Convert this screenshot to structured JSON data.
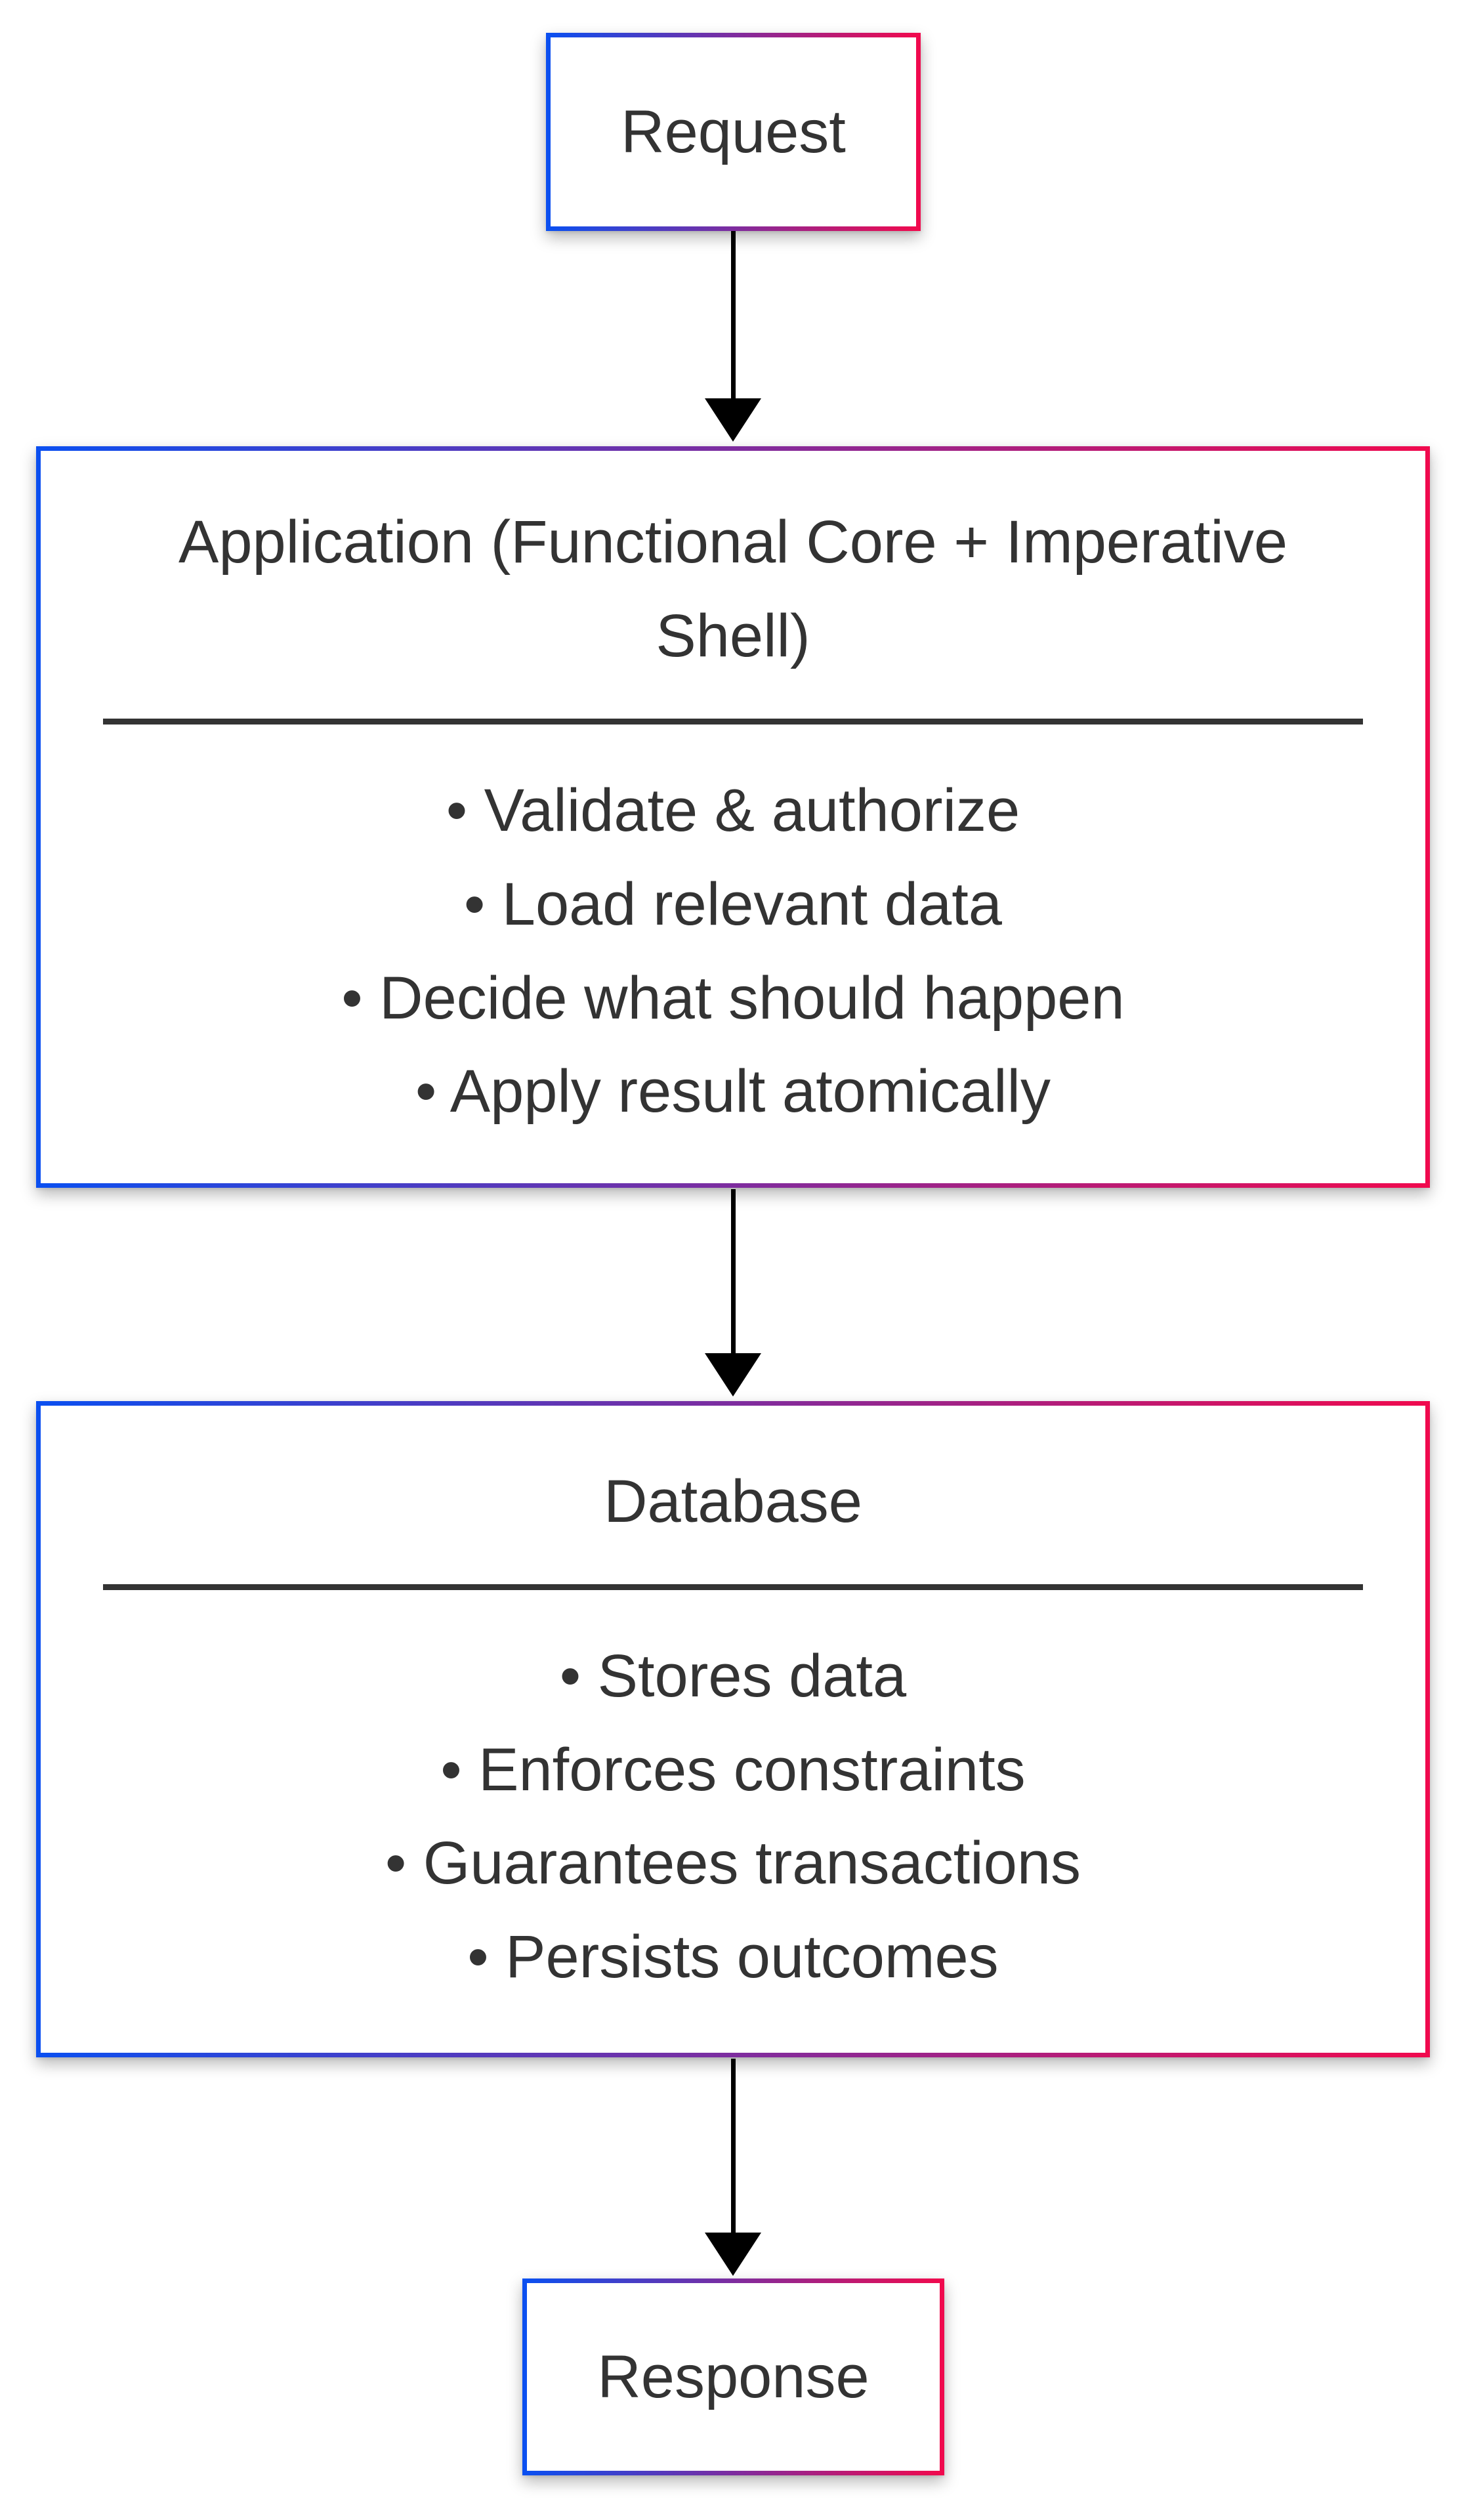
{
  "palette": {
    "background": "#ffffff",
    "gradient_start": "#0b4ff0",
    "gradient_end": "#f00a4e",
    "text": "#333333",
    "divider": "#333333",
    "arrow": "#000000"
  },
  "bullet_glyph": "•",
  "nodes": {
    "request": {
      "label": "Request"
    },
    "application": {
      "title": "Application (Functional Core + Imperative Shell)",
      "items": [
        "Validate & authorize",
        "Load relevant data",
        "Decide what should happen",
        "Apply result atomically"
      ]
    },
    "database": {
      "title": "Database",
      "items": [
        "Stores data",
        "Enforces constraints",
        "Guarantees transactions",
        "Persists outcomes"
      ]
    },
    "response": {
      "label": "Response"
    }
  },
  "edges": [
    {
      "from": "Request",
      "to": "Application (Functional Core + Imperative Shell)"
    },
    {
      "from": "Application (Functional Core + Imperative Shell)",
      "to": "Database"
    },
    {
      "from": "Database",
      "to": "Response"
    }
  ]
}
